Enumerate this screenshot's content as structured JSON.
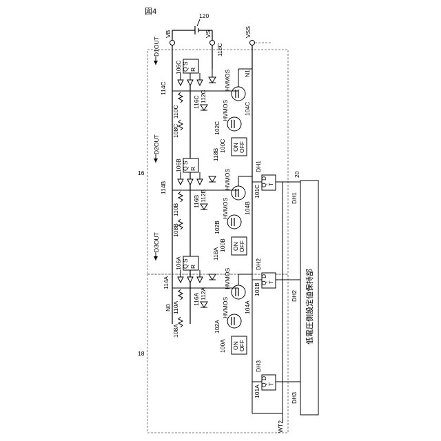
{
  "figure": {
    "number": "図4"
  },
  "supply": {
    "battery": "120",
    "vb": "VB",
    "vs": "VS",
    "vss": "VSS"
  },
  "outputs": {
    "d1": "D1OUT",
    "d2": "D2OUT",
    "d3": "D3OUT"
  },
  "regions": {
    "r16": "16",
    "r18": "18",
    "r20": "20"
  },
  "nodes": {
    "n0": "N0",
    "n1": "N1"
  },
  "holder": {
    "label": "低電圧側設定値保持部"
  },
  "flipflop": {
    "d": "D",
    "q": "Q",
    "t": "T",
    "s": "S",
    "r": "R"
  },
  "switch": {
    "on": "ON",
    "off": "OFF"
  },
  "hv": "HVMOS",
  "wt2": "WT2",
  "dh": [
    "DH1",
    "DH2",
    "DH3"
  ],
  "stages": [
    {
      "mos_top": "104A",
      "mos_bot": "102A",
      "sw": "100A",
      "ff": "106A",
      "r1": "108A",
      "r2": "110A",
      "c1": "116A",
      "c2": "112A",
      "tag": "114A",
      "diode": "118A",
      "dff": "101A"
    },
    {
      "mos_top": "104B",
      "mos_bot": "102B",
      "sw": "100B",
      "ff": "106B",
      "r1": "108B",
      "r2": "110B",
      "c1": "116B",
      "c2": "112B",
      "tag": "114B",
      "diode": "118B",
      "dff": "101B"
    },
    {
      "mos_top": "104C",
      "mos_bot": "102C",
      "sw": "100C",
      "ff": "106C",
      "r1": "108C",
      "r2": "110C",
      "c1": "116C",
      "c2": "112C",
      "tag": "114C",
      "diode": "118C",
      "dff": "101C"
    }
  ]
}
